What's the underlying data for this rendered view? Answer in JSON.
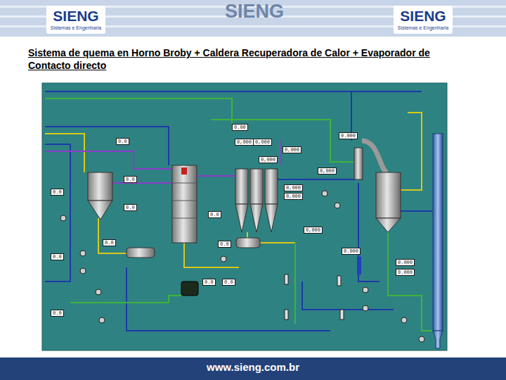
{
  "diagram": {
    "title": "Sistema de quema en Horno Broby + Caldera Recuperadora de Calor + Evaporador de Contacto directo",
    "nodes": [
      {
        "text": [
          "0.00"
        ]
      },
      {
        "text": [
          "0,000"
        ]
      },
      {
        "text": [
          "0,000"
        ]
      },
      {
        "text": [
          "0,000"
        ]
      },
      {
        "text": [
          "0.000"
        ]
      },
      {
        "text": [
          "0,000"
        ]
      },
      {
        "text": [
          "0.0"
        ]
      },
      {
        "text": [
          "0.0"
        ]
      },
      {
        "text": [
          "0.0"
        ]
      },
      {
        "text": [
          "0,000"
        ]
      },
      {
        "text": [
          "0,000"
        ]
      },
      {
        "text": [
          "0,000"
        ]
      },
      {
        "text": [
          "0.0"
        ]
      },
      {
        "text": [
          "0.0"
        ]
      },
      {
        "text": [
          "0,000"
        ]
      },
      {
        "text": [
          "0.000"
        ]
      },
      {
        "text": [
          "0.000"
        ]
      },
      {
        "text": [
          "0.000"
        ]
      },
      {
        "text": [
          "0.0"
        ]
      },
      {
        "text": [
          "0.0"
        ]
      },
      {
        "text": [
          "0.0"
        ]
      },
      {
        "text": [
          "0.0"
        ]
      },
      {
        "text": [
          "0.0"
        ]
      },
      {
        "text": [
          "0.0"
        ]
      }
    ],
    "labels": [
      "SIENG",
      "Sistemas e Engenharia",
      "SIENG",
      "SIENG",
      "Sistemas e Engenharia",
      "www.sieng.com.br"
    ]
  }
}
